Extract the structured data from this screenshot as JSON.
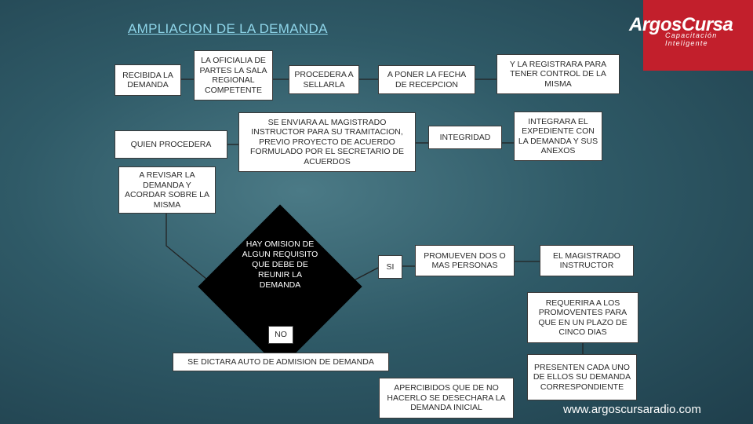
{
  "title": "AMPLIACION DE LA DEMANDA",
  "logo": {
    "name": "ArgosCursa",
    "tagline": "Capacitación Inteligente"
  },
  "nodes": {
    "recibida": "RECIBIDA LA DEMANDA",
    "oficialia": "LA OFICIALIA DE PARTES LA SALA REGIONAL COMPETENTE",
    "procedera": "PROCEDERA A SELLARLA",
    "poner_fecha": "A PONER LA FECHA DE RECEPCION",
    "registrara": "Y LA REGISTRARA PARA TENER CONTROL DE LA MISMA",
    "quien": "QUIEN PROCEDERA",
    "enviara": "SE ENVIARA AL MAGISTRADO INSTRUCTOR PARA SU TRAMITACION, PREVIO PROYECTO DE ACUERDO FORMULADO POR EL SECRETARIO DE ACUERDOS",
    "integridad": "INTEGRIDAD",
    "integrara": "INTEGRARA EL EXPEDIENTE CON LA DEMANDA Y SUS ANEXOS",
    "revisar": "A REVISAR LA DEMANDA Y ACORDAR SOBRE LA MISMA",
    "omision": "HAY OMISION DE ALGUN REQUISITO QUE DEBE DE REUNIR LA DEMANDA",
    "si": "SI",
    "promueven": "PROMUEVEN DOS O MAS PERSONAS",
    "magistrado": "EL MAGISTRADO INSTRUCTOR",
    "requerira": "REQUERIRA A LOS PROMOVENTES PARA QUE EN UN PLAZO DE CINCO DIAS",
    "no": "NO",
    "auto": "SE DICTARA AUTO DE ADMISION DE DEMANDA",
    "apercibidos": "APERCIBIDOS QUE DE NO HACERLO SE DESECHARA LA DEMANDA INICIAL",
    "presenten": "PRESENTEN CADA UNO DE ELLOS SU DEMANDA CORRESPONDIENTE"
  },
  "footer_url": "www.argoscursaradio.com"
}
